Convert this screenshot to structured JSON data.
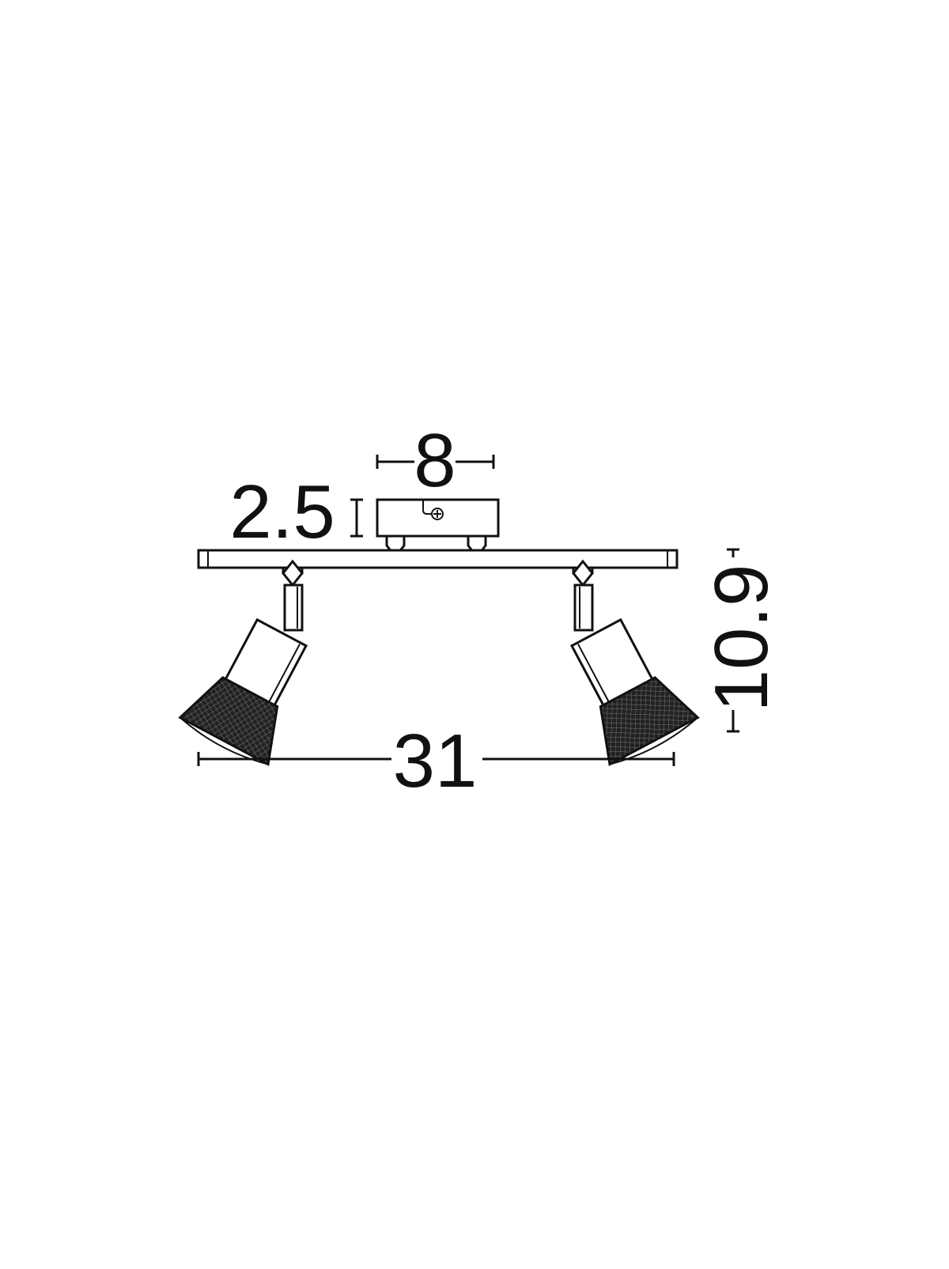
{
  "dimensions": {
    "canopy_width": "8",
    "canopy_height": "2.5",
    "total_height": "10.9",
    "total_length": "31"
  },
  "colors": {
    "line": "#111111",
    "background": "#ffffff"
  }
}
